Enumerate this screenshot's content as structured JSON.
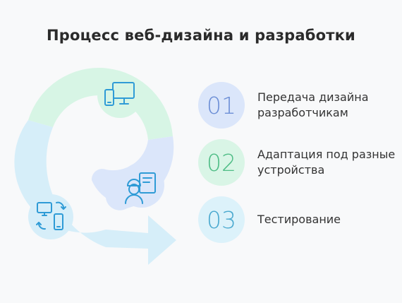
{
  "title": "Процесс веб-дизайна и разработки",
  "steps": [
    {
      "number": "01",
      "text": "Передача дизайна разработчикам",
      "badge_bg": "#dbe6fa",
      "badge_fg": "#6d8fd6"
    },
    {
      "number": "02",
      "text": "Адаптация под разные устройства",
      "badge_bg": "#d9f5e6",
      "badge_fg": "#4fbd86"
    },
    {
      "number": "03",
      "text": "Тестирование",
      "badge_bg": "#dcf2fa",
      "badge_fg": "#4aa9cf"
    }
  ],
  "colors": {
    "arc_green": "#d7f5e5",
    "arc_blue": "#dbe6fa",
    "arc_cyan": "#d6eef9",
    "icon_stroke": "#2f9bd6"
  },
  "icons": [
    "devices-icon",
    "developer-icon",
    "sync-devices-icon"
  ]
}
